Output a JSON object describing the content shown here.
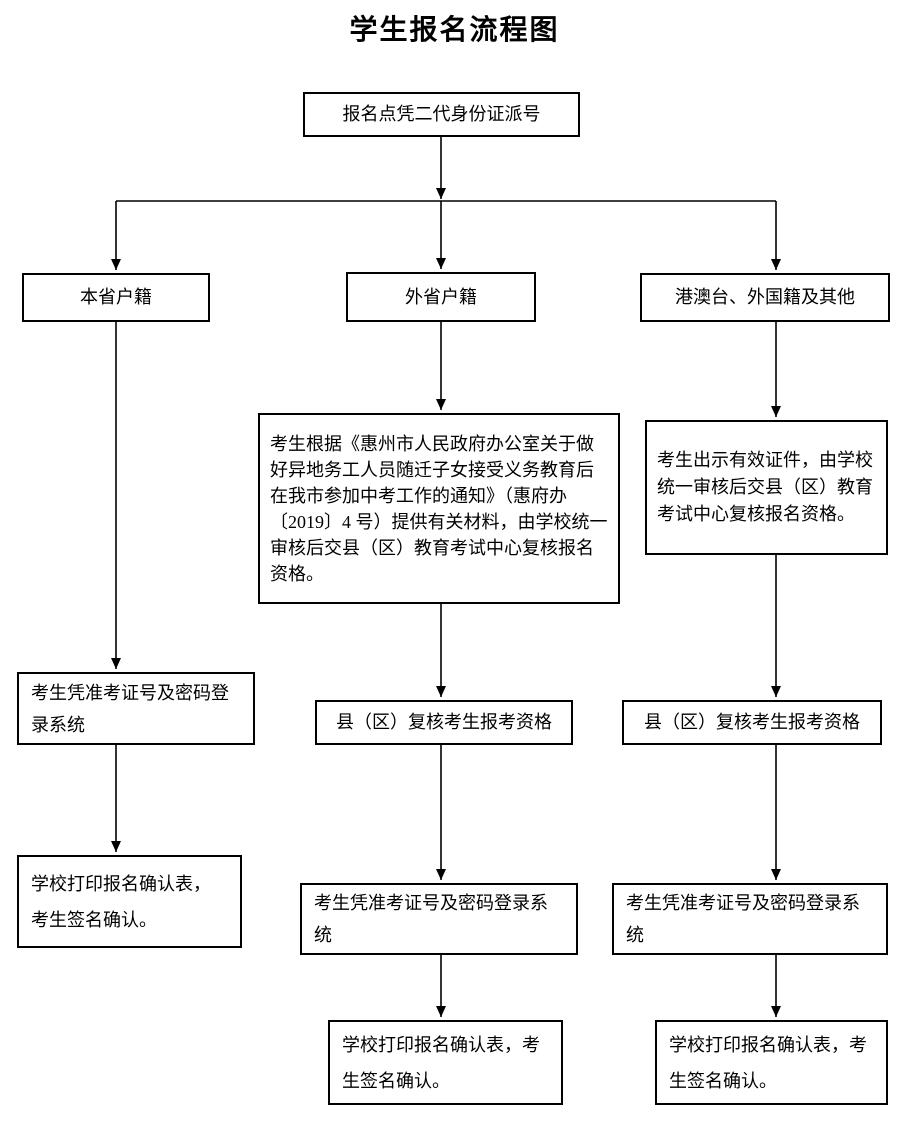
{
  "title": "学生报名流程图",
  "flow": {
    "start": "报名点凭二代身份证派号",
    "branches": {
      "local": {
        "label": "本省户籍",
        "login": "考生凭准考证号及密码登录系统",
        "print": "学校打印报名确认表，考生签名确认。"
      },
      "other_province": {
        "label": "外省户籍",
        "materials": "考生根据《惠州市人民政府办公室关于做好异地务工人员随迁子女接受义务教育后在我市参加中考工作的通知》（惠府办〔2019〕4 号）提供有关材料，由学校统一审核后交县（区）教育考试中心复核报名资格。",
        "review": "县（区）复核考生报考资格",
        "login": "考生凭准考证号及密码登录系统",
        "print": "学校打印报名确认表，考生签名确认。"
      },
      "hmt_foreign": {
        "label": "港澳台、外国籍及其他",
        "materials": "考生出示有效证件，由学校统一审核后交县（区）教育考试中心复核报名资格。",
        "review": "县（区）复核考生报考资格",
        "login": "考生凭准考证号及密码登录系统",
        "print": "学校打印报名确认表，考生签名确认。"
      }
    }
  }
}
